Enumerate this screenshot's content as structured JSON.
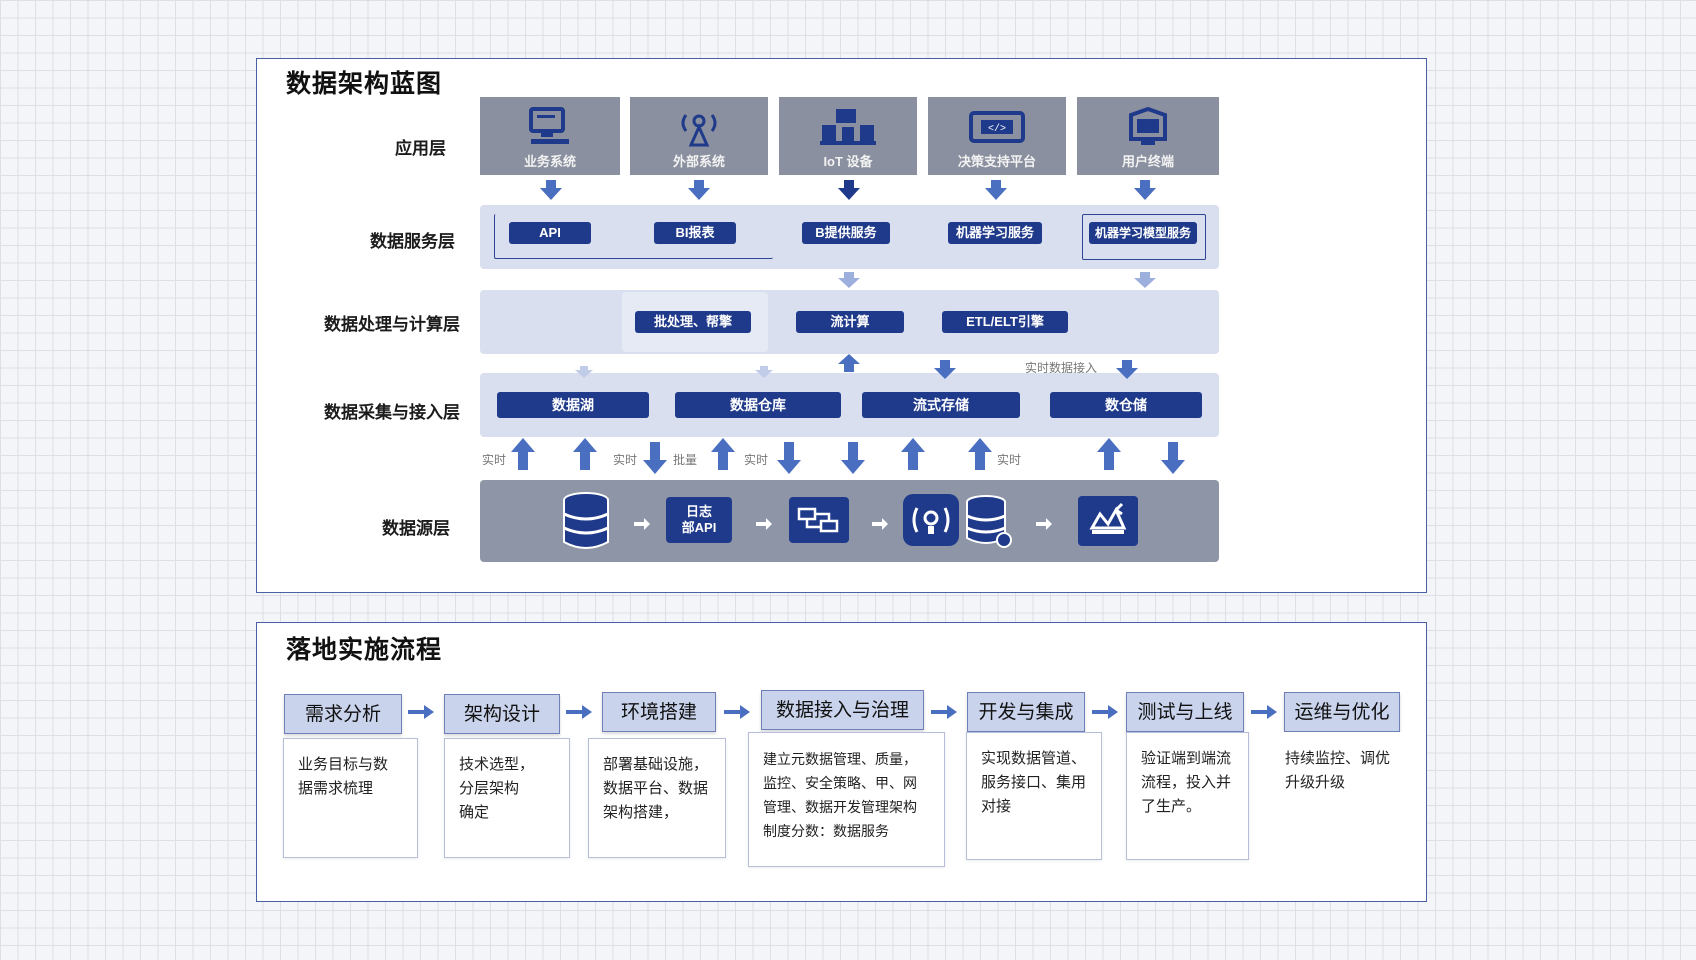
{
  "architecture": {
    "title": "数据架构蓝图",
    "layers": {
      "app": "应用层",
      "service": "数据服务层",
      "processing": "数据处理与计算层",
      "ingestion": "数据采集与接入层",
      "source": "数据源层"
    },
    "app_items": [
      "业务系统",
      "外部系统",
      "IoT 设备",
      "决策支持平台",
      "用户终端"
    ],
    "service_items": [
      "API",
      "BI报表",
      "B提供服务",
      "机器学习服务",
      "机器学习模型服务"
    ],
    "processing_items": [
      "批处理、帮擎",
      "流计算",
      "ETL/ELT引擎"
    ],
    "processing_note": "实时数据接入",
    "ingestion_items": [
      "数据湖",
      "数据仓库",
      "流式存储",
      "数仓储"
    ],
    "arrow_labels": [
      "实时",
      "实时",
      "批量",
      "实时",
      "实时"
    ],
    "source_items": {
      "api_box": "日志\n部API"
    }
  },
  "flow": {
    "title": "落地实施流程",
    "steps": [
      {
        "name": "需求分析",
        "desc": "业务目标与数\n据需求梳理"
      },
      {
        "name": "架构设计",
        "desc": "技术选型，\n分层架构\n确定"
      },
      {
        "name": "环境搭建",
        "desc": "部署基础设施，\n数据平台、数据\n架构搭建，"
      },
      {
        "name": "数据接入与治理",
        "desc": "建立元数据管理、质量，\n监控、安全策略、甲、网\n管理、数据开发管理架构\n制度分数：数据服务"
      },
      {
        "name": "开发与集成",
        "desc": "实现数据管道、\n服务接口、集用\n对接"
      },
      {
        "name": "测试与上线",
        "desc": "验证端到端流\n流程，投入并\n了生产。"
      },
      {
        "name": "运维与优化",
        "desc": "持续监控、调优\n升级升级"
      }
    ]
  },
  "colors": {
    "accent": "#1f3a8a",
    "panel_border": "#4a5fa6",
    "app_box": "#8a909f",
    "band_light": "#d9dfee",
    "step_box": "#c9d3ec",
    "arrow": "#4a6ec0"
  }
}
